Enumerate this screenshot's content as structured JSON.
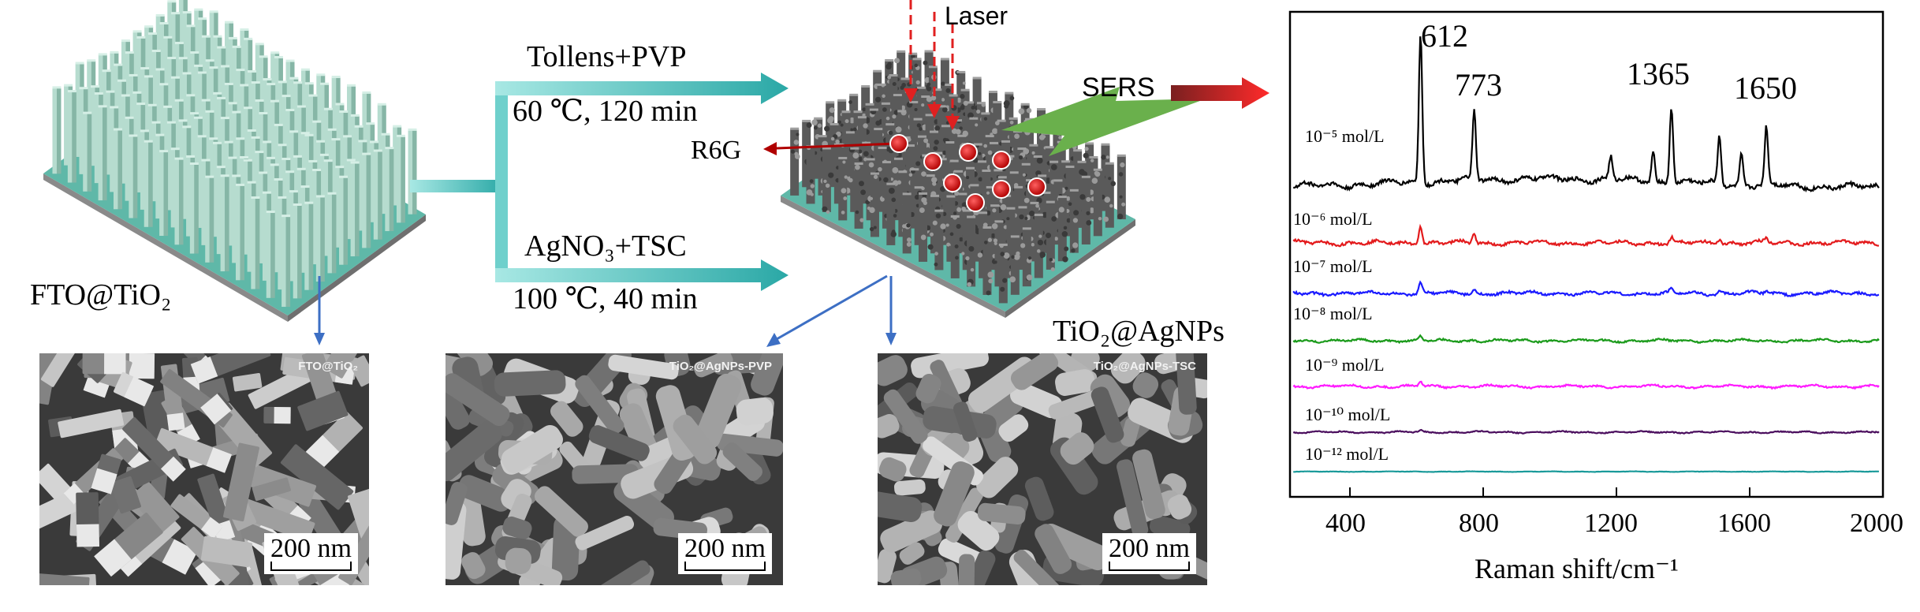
{
  "labels": {
    "substrate": "FTO@TiO₂",
    "product": "TiO₂@AgNPs",
    "laser": "Laser",
    "sers": "SERS",
    "probe": "R6G"
  },
  "routes": [
    {
      "reagent": "Tollens+PVP",
      "condition": "60 ℃, 120 min"
    },
    {
      "reagent": "AgNO₃+TSC",
      "condition": "100 ℃, 40 min"
    }
  ],
  "sem_images": [
    {
      "tag": "FTO@TiO₂",
      "scale": "200 nm"
    },
    {
      "tag": "TiO₂@AgNPs-PVP",
      "scale": "200 nm"
    },
    {
      "tag": "TiO₂@AgNPs-TSC",
      "scale": "200 nm"
    }
  ],
  "colors": {
    "rod": "#9fc7b8",
    "substrate_top": "#5fb8a8",
    "substrate_side": "#8a8a8a",
    "arrow_teal": "#3fb6b2",
    "laser_red": "#e02020",
    "sers_green": "#6ab04c",
    "sem_link": "#3d6fc4"
  },
  "chart_data": {
    "type": "line",
    "xlabel": "Raman shift/cm⁻¹",
    "ylabel": "",
    "xlim": [
      220,
      2000
    ],
    "x_ticks": [
      "400",
      "800",
      "1200",
      "1600",
      "2000"
    ],
    "y_ticks": false,
    "grid": false,
    "peak_labels": [
      "612",
      "773",
      "1365",
      "1650"
    ],
    "series": [
      {
        "name": "10⁻⁵ mol/L",
        "color": "#000000",
        "peaks": [
          [
            612,
            10
          ],
          [
            773,
            4.5
          ],
          [
            1183,
            1.5
          ],
          [
            1310,
            2.0
          ],
          [
            1365,
            5.2
          ],
          [
            1509,
            3.2
          ],
          [
            1575,
            2.0
          ],
          [
            1650,
            3.8
          ]
        ]
      },
      {
        "name": "10⁻⁶ mol/L",
        "color": "#e31a1c",
        "peaks": [
          [
            612,
            1.8
          ],
          [
            773,
            1.0
          ],
          [
            1365,
            0.5
          ],
          [
            1509,
            0.5
          ],
          [
            1650,
            0.4
          ]
        ]
      },
      {
        "name": "10⁻⁷ mol/L",
        "color": "#1a1aff",
        "peaks": [
          [
            612,
            1.2
          ],
          [
            773,
            0.4
          ],
          [
            1365,
            0.4
          ],
          [
            1509,
            0.4
          ],
          [
            1650,
            0.35
          ]
        ]
      },
      {
        "name": "10⁻⁸ mol/L",
        "color": "#1a9a1a",
        "peaks": [
          [
            612,
            0.7
          ],
          [
            773,
            0.15
          ]
        ]
      },
      {
        "name": "10⁻⁹ mol/L",
        "color": "#ff1aff",
        "peaks": [
          [
            612,
            0.8
          ]
        ]
      },
      {
        "name": "10⁻¹⁰ mol/L",
        "color": "#4b0f5e",
        "peaks": [
          [
            612,
            0.5
          ],
          [
            773,
            0.1
          ]
        ]
      },
      {
        "name": "10⁻¹² mol/L",
        "color": "#1a9a9a",
        "peaks": []
      }
    ]
  }
}
